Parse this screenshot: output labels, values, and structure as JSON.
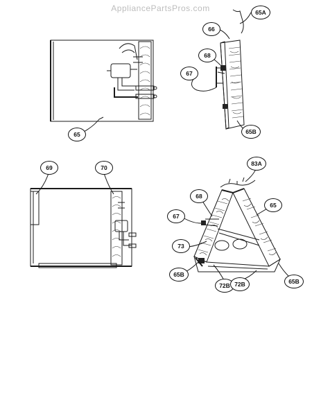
{
  "watermark": "AppliancePartsPros.com",
  "callouts": {
    "c65": "65",
    "c65a": "65A",
    "c66": "66",
    "c68": "68",
    "c67": "67",
    "c65b": "65B",
    "c69": "69",
    "c70": "70",
    "c83a": "83A",
    "c68b": "68",
    "c65c": "65",
    "c67b": "67",
    "c73": "73",
    "c65b2": "65B",
    "c72b1": "72B",
    "c72b2": "72B",
    "c65b3": "65B"
  }
}
